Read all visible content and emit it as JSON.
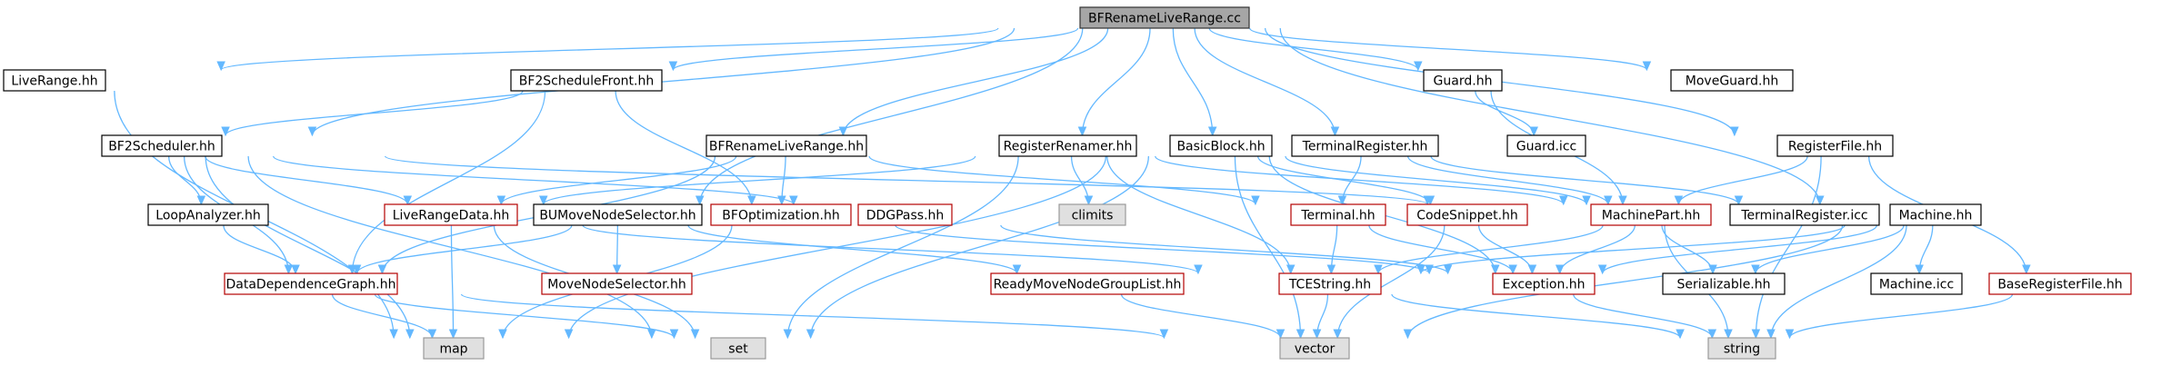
{
  "colors": {
    "edge": "#63b8ff",
    "red_border": "#b40000",
    "root_fill": "#a6a6a6",
    "system_fill": "#e0e0e0"
  },
  "nodes": [
    {
      "id": "root",
      "label": "BFRenameLiveRange.cc",
      "style": "root"
    },
    {
      "id": "liverange",
      "label": "LiveRange.hh",
      "style": "plain"
    },
    {
      "id": "bf2front",
      "label": "BF2ScheduleFront.hh",
      "style": "plain"
    },
    {
      "id": "guardhh",
      "label": "Guard.hh",
      "style": "plain"
    },
    {
      "id": "moveguard",
      "label": "MoveGuard.hh",
      "style": "plain"
    },
    {
      "id": "bf2sched",
      "label": "BF2Scheduler.hh",
      "style": "plain"
    },
    {
      "id": "bfrename",
      "label": "BFRenameLiveRange.hh",
      "style": "plain"
    },
    {
      "id": "regren",
      "label": "RegisterRenamer.hh",
      "style": "plain"
    },
    {
      "id": "basicblock",
      "label": "BasicBlock.hh",
      "style": "plain"
    },
    {
      "id": "termreg",
      "label": "TerminalRegister.hh",
      "style": "plain"
    },
    {
      "id": "guardicc",
      "label": "Guard.icc",
      "style": "plain"
    },
    {
      "id": "regfile",
      "label": "RegisterFile.hh",
      "style": "plain"
    },
    {
      "id": "loopana",
      "label": "LoopAnalyzer.hh",
      "style": "plain"
    },
    {
      "id": "liverangedata",
      "label": "LiveRangeData.hh",
      "style": "red"
    },
    {
      "id": "bumove",
      "label": "BUMoveNodeSelector.hh",
      "style": "plain"
    },
    {
      "id": "bfopt",
      "label": "BFOptimization.hh",
      "style": "red"
    },
    {
      "id": "ddgpass",
      "label": "DDGPass.hh",
      "style": "red"
    },
    {
      "id": "climits",
      "label": "climits",
      "style": "gray"
    },
    {
      "id": "terminalhh",
      "label": "Terminal.hh",
      "style": "red"
    },
    {
      "id": "codesnippet",
      "label": "CodeSnippet.hh",
      "style": "red"
    },
    {
      "id": "machinepart",
      "label": "MachinePart.hh",
      "style": "red"
    },
    {
      "id": "termregicc",
      "label": "TerminalRegister.icc",
      "style": "plain"
    },
    {
      "id": "machinehh",
      "label": "Machine.hh",
      "style": "plain"
    },
    {
      "id": "ddg",
      "label": "DataDependenceGraph.hh",
      "style": "red"
    },
    {
      "id": "movenodesel",
      "label": "MoveNodeSelector.hh",
      "style": "red"
    },
    {
      "id": "readymove",
      "label": "ReadyMoveNodeGroupList.hh",
      "style": "red"
    },
    {
      "id": "tcestring",
      "label": "TCEString.hh",
      "style": "red"
    },
    {
      "id": "exception",
      "label": "Exception.hh",
      "style": "red"
    },
    {
      "id": "serializable",
      "label": "Serializable.hh",
      "style": "plain"
    },
    {
      "id": "machineicc",
      "label": "Machine.icc",
      "style": "plain"
    },
    {
      "id": "baseregfile",
      "label": "BaseRegisterFile.hh",
      "style": "red"
    },
    {
      "id": "map",
      "label": "map",
      "style": "gray"
    },
    {
      "id": "set",
      "label": "set",
      "style": "gray"
    },
    {
      "id": "vector",
      "label": "vector",
      "style": "gray"
    },
    {
      "id": "string",
      "label": "string",
      "style": "gray"
    }
  ],
  "edges": [
    [
      "root",
      "liverange"
    ],
    [
      "root",
      "bf2front"
    ],
    [
      "root",
      "guardhh"
    ],
    [
      "root",
      "moveguard"
    ],
    [
      "root",
      "bf2sched"
    ],
    [
      "root",
      "bfrename"
    ],
    [
      "root",
      "regren"
    ],
    [
      "root",
      "basicblock"
    ],
    [
      "root",
      "termreg"
    ],
    [
      "root",
      "regfile"
    ],
    [
      "root",
      "machinehh"
    ],
    [
      "root",
      "bumove"
    ],
    [
      "liverange",
      "map"
    ],
    [
      "bf2front",
      "bf2sched"
    ],
    [
      "bf2front",
      "bfopt"
    ],
    [
      "bf2front",
      "ddg"
    ],
    [
      "guardhh",
      "guardicc"
    ],
    [
      "guardhh",
      "machinepart"
    ],
    [
      "bf2sched",
      "loopana"
    ],
    [
      "bf2sched",
      "liverangedata"
    ],
    [
      "bf2sched",
      "ddg"
    ],
    [
      "bf2sched",
      "ddgpass"
    ],
    [
      "bf2sched",
      "map"
    ],
    [
      "bf2sched",
      "set"
    ],
    [
      "bf2sched",
      "machinepart"
    ],
    [
      "bfrename",
      "bfopt"
    ],
    [
      "bfrename",
      "liverangedata"
    ],
    [
      "bfrename",
      "ddg"
    ],
    [
      "bfrename",
      "terminalhh"
    ],
    [
      "regren",
      "climits"
    ],
    [
      "regren",
      "set"
    ],
    [
      "regren",
      "tcestring"
    ],
    [
      "regren",
      "liverangedata"
    ],
    [
      "regren",
      "machinepart"
    ],
    [
      "basicblock",
      "codesnippet"
    ],
    [
      "basicblock",
      "vector"
    ],
    [
      "basicblock",
      "map"
    ],
    [
      "basicblock",
      "set"
    ],
    [
      "basicblock",
      "exception"
    ],
    [
      "basicblock",
      "machinepart"
    ],
    [
      "termreg",
      "terminalhh"
    ],
    [
      "termreg",
      "termregicc"
    ],
    [
      "termreg",
      "machinepart"
    ],
    [
      "regfile",
      "machinepart"
    ],
    [
      "regfile",
      "baseregfile"
    ],
    [
      "regfile",
      "string"
    ],
    [
      "loopana",
      "ddg"
    ],
    [
      "liverangedata",
      "map"
    ],
    [
      "liverangedata",
      "set"
    ],
    [
      "liverangedata",
      "tcestring"
    ],
    [
      "bumove",
      "ddg"
    ],
    [
      "bumove",
      "movenodesel"
    ],
    [
      "bumove",
      "readymove"
    ],
    [
      "bfopt",
      "map"
    ],
    [
      "bfopt",
      "exception"
    ],
    [
      "ddgpass",
      "exception"
    ],
    [
      "terminalhh",
      "tcestring"
    ],
    [
      "terminalhh",
      "exception"
    ],
    [
      "codesnippet",
      "exception"
    ],
    [
      "codesnippet",
      "vector"
    ],
    [
      "machinepart",
      "tcestring"
    ],
    [
      "machinepart",
      "exception"
    ],
    [
      "machinepart",
      "serializable"
    ],
    [
      "machinepart",
      "string"
    ],
    [
      "machinehh",
      "tcestring"
    ],
    [
      "machinehh",
      "exception"
    ],
    [
      "machinehh",
      "serializable"
    ],
    [
      "machinehh",
      "machineicc"
    ],
    [
      "machinehh",
      "vector"
    ],
    [
      "machinehh",
      "string"
    ],
    [
      "ddg",
      "map"
    ],
    [
      "ddg",
      "set"
    ],
    [
      "ddg",
      "vector"
    ],
    [
      "readymove",
      "vector"
    ],
    [
      "tcestring",
      "string"
    ],
    [
      "tcestring",
      "vector"
    ],
    [
      "exception",
      "string"
    ],
    [
      "baseregfile",
      "string"
    ]
  ]
}
